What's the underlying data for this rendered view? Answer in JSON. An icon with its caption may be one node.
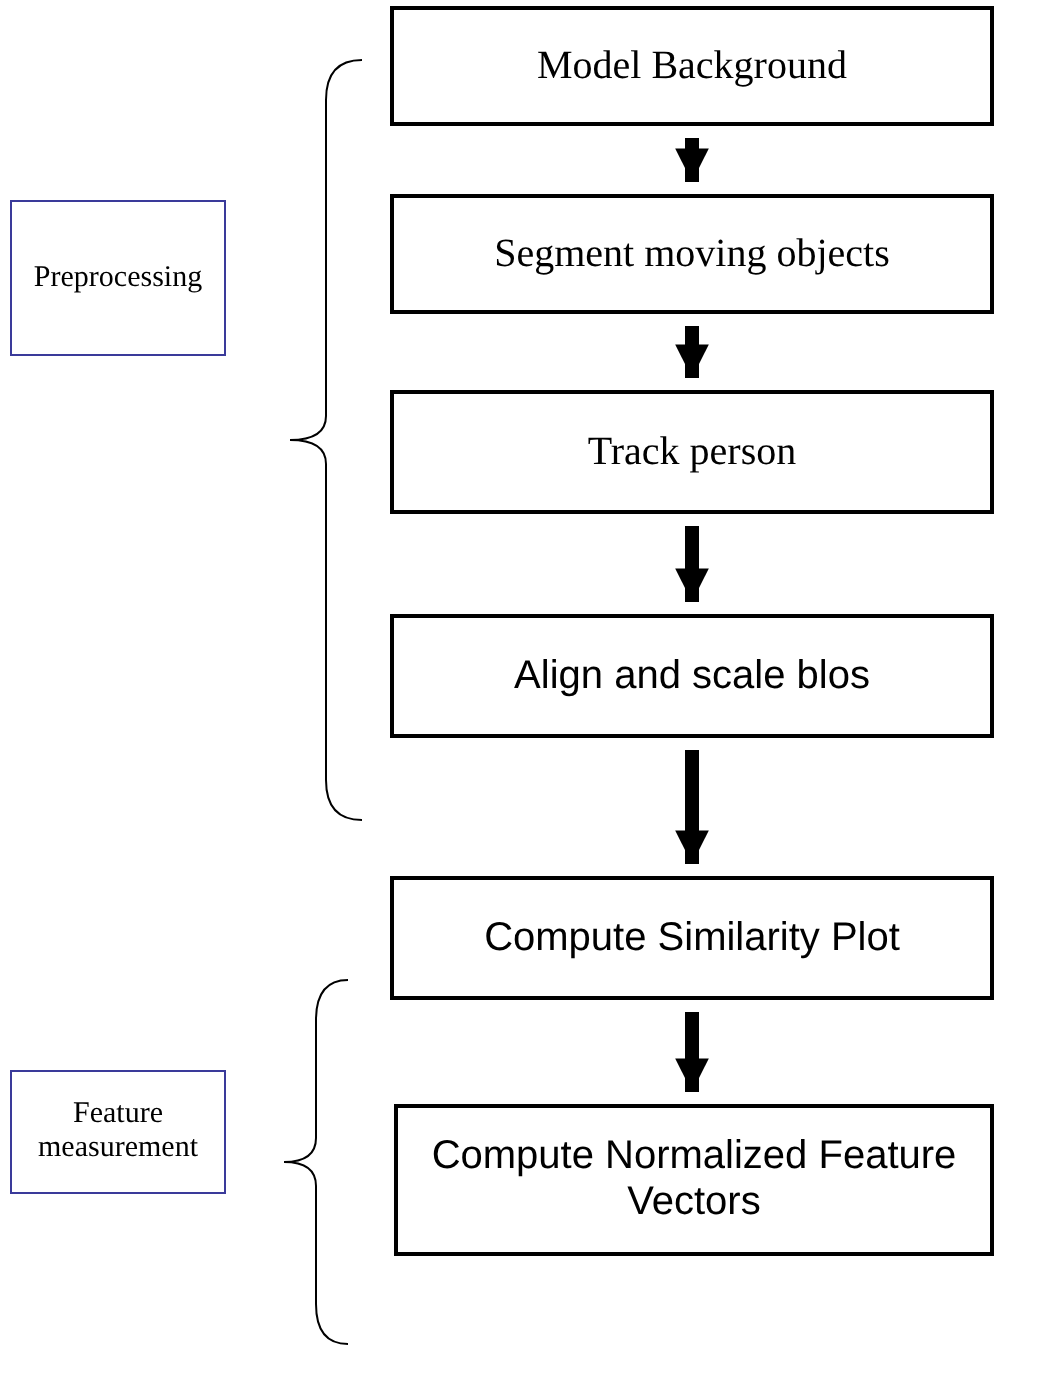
{
  "diagram": {
    "nodes": [
      {
        "text": [
          "Preprocessing"
        ]
      },
      {
        "text": [
          "Model Background"
        ]
      },
      {
        "text": [
          "Segment moving objects"
        ]
      },
      {
        "text": [
          "Track person"
        ]
      },
      {
        "text": [
          "Align and scale blos"
        ]
      },
      {
        "text": [
          "Feature measurement"
        ]
      },
      {
        "text": [
          "Compute Similarity Plot"
        ]
      },
      {
        "text": [
          "Compute Normalized Feature Vectors"
        ]
      }
    ],
    "edges": [
      {
        "from": 1,
        "to": 2,
        "arrow": "to"
      },
      {
        "from": 2,
        "to": 3,
        "arrow": "to"
      },
      {
        "from": 3,
        "to": 4,
        "arrow": "to"
      },
      {
        "from": 4,
        "to": 6,
        "arrow": "to"
      },
      {
        "from": 6,
        "to": 7,
        "arrow": "to"
      }
    ]
  }
}
